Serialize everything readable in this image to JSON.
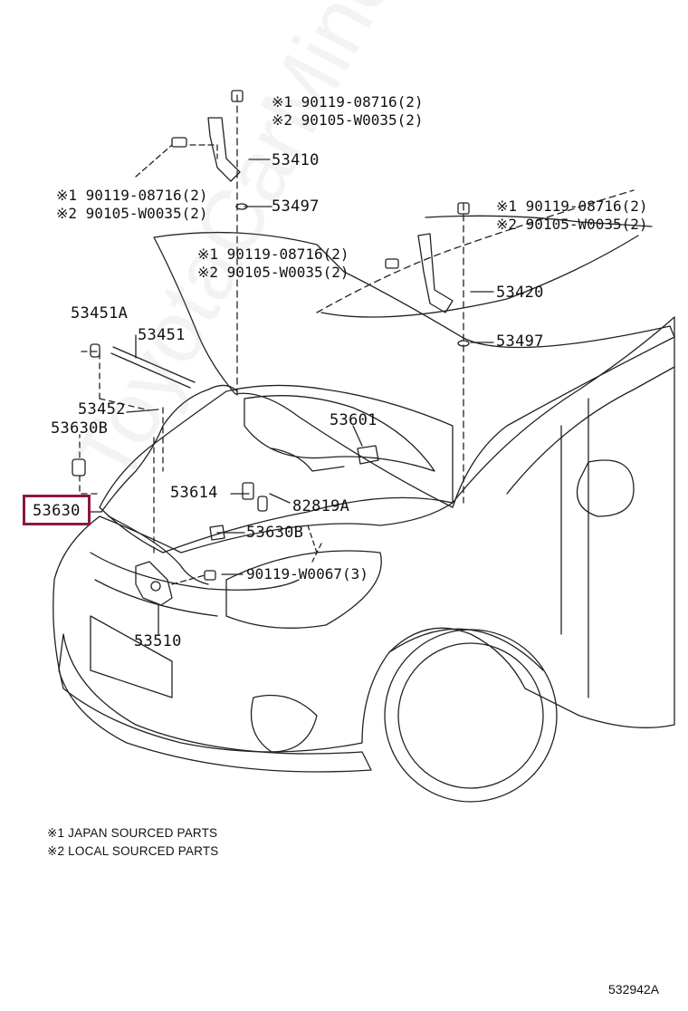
{
  "callouts": {
    "bolt_top": [
      "※1 90119-08716(2)",
      "※2 90105-W0035(2)"
    ],
    "bolt_left": [
      "※1 90119-08716(2)",
      "※2 90105-W0035(2)"
    ],
    "bolt_mid": [
      "※1 90119-08716(2)",
      "※2 90105-W0035(2)"
    ],
    "bolt_right": [
      "※1 90119-08716(2)",
      "※2 90105-W0035(2)"
    ],
    "p53410": "53410",
    "p53497_a": "53497",
    "p53420": "53420",
    "p53497_b": "53497",
    "p53451A": "53451A",
    "p53451": "53451",
    "p53452": "53452",
    "p53630B_a": "53630B",
    "p53601": "53601",
    "p53614": "53614",
    "p82819A": "82819A",
    "p53630B_b": "53630B",
    "p53630": "53630",
    "p90119W0067": "90119-W0067(3)",
    "p53510": "53510"
  },
  "notes": [
    "※1 JAPAN SOURCED PARTS",
    "※2 LOCAL SOURCED PARTS"
  ],
  "diagram_code": "532942A",
  "watermark": "ToyotaCarMine.ru",
  "colors": {
    "highlight": "#8b1a3a",
    "line": "#222222"
  }
}
